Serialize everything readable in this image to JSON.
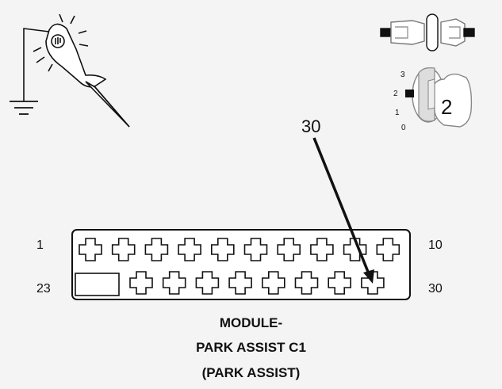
{
  "callout_pin": "30",
  "connector": {
    "row_top_start": "1",
    "row_top_end": "10",
    "row_bottom_start": "23",
    "row_bottom_end": "30",
    "top_row_count": 10,
    "bottom_row_count": 8
  },
  "ignition_key": {
    "positions": [
      "3",
      "2",
      "1",
      "0"
    ],
    "selected": "2"
  },
  "caption": {
    "line1": "MODULE-",
    "line2": "PARK ASSIST C1",
    "line3": "(PARK ASSIST)"
  },
  "icons": [
    "test-light-icon",
    "ground-symbol-icon",
    "disconnected-connector-icon",
    "ignition-key-icon"
  ],
  "colors": {
    "line": "#111111",
    "fill": "#ffffff",
    "background": "#f4f4f4",
    "shade": "#cccccc"
  }
}
